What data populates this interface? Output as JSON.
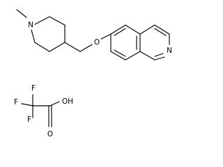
{
  "molecule": {
    "atoms": {
      "piperidine_nitrogen": {
        "label": "N",
        "color": "#000000"
      },
      "ether_oxygen": {
        "label": "O",
        "color": "#000000"
      },
      "isoquinoline_nitrogen": {
        "label": "N",
        "color": "#000000"
      },
      "fluorine_1": {
        "label": "F",
        "color": "#000000"
      },
      "fluorine_2": {
        "label": "F",
        "color": "#000000"
      },
      "fluorine_3": {
        "label": "F",
        "color": "#000000"
      },
      "hydroxyl": {
        "label": "OH",
        "color": "#000000"
      },
      "carbonyl_oxygen": {
        "label": "O",
        "color": "#000000"
      }
    }
  }
}
